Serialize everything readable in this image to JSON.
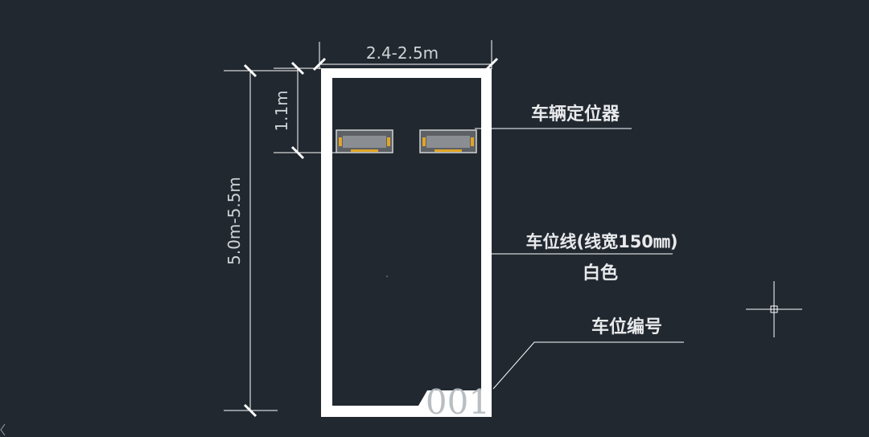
{
  "dimensions": {
    "width": "2.4-2.5m",
    "stopper_offset": "1.1m",
    "length": "5.0m-5.5m"
  },
  "labels": {
    "vehicle_locator": "车辆定位器",
    "space_line_line1": "车位线(线宽150㎜)",
    "space_line_line2": "白色",
    "space_number_label": "车位编号"
  },
  "space_number": "001",
  "colors": {
    "background": "#212830",
    "line_white": "#ffffff",
    "stopper_body": "#6e7276",
    "stopper_accent": "#e0a526"
  }
}
